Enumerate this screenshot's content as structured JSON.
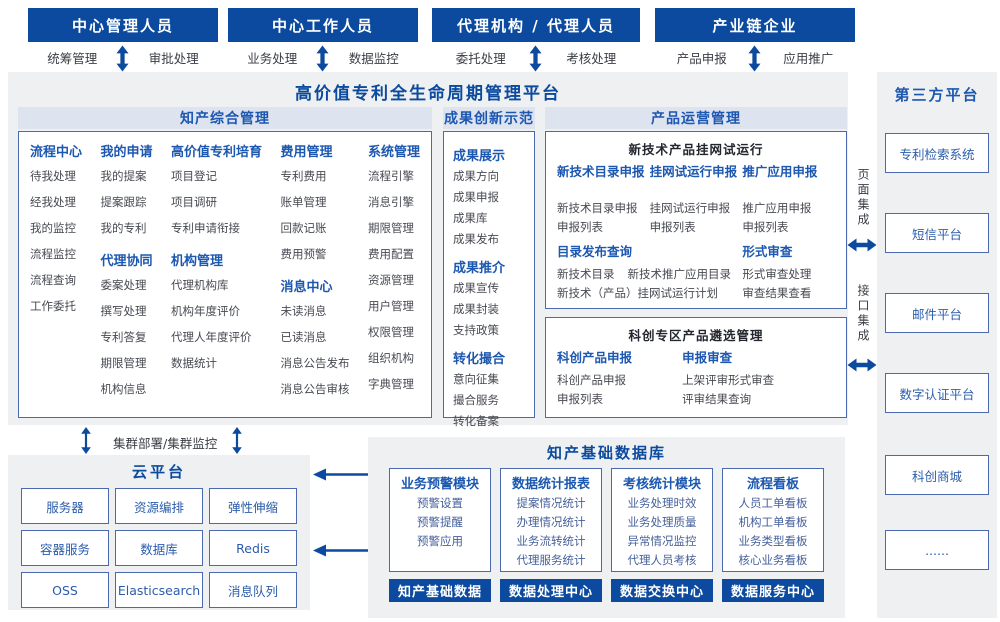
{
  "personas": [
    {
      "title": "中心管理人员",
      "left": "统筹管理",
      "right": "审批处理"
    },
    {
      "title": "中心工作人员",
      "left": "业务处理",
      "right": "数据监控"
    },
    {
      "title": "代理机构 / 代理人员",
      "left": "委托处理",
      "right": "考核处理"
    },
    {
      "title": "产业链企业",
      "left": "产品申报",
      "right": "应用推广"
    }
  ],
  "platform": {
    "title": "高价值专利全生命周期管理平台",
    "sections": {
      "ip_management": {
        "title": "知产综合管理",
        "columns": [
          {
            "groups": [
              {
                "title": "流程中心",
                "items": [
                  "待我处理",
                  "经我处理",
                  "我的监控",
                  "流程监控",
                  "流程查询",
                  "工作委托"
                ]
              }
            ]
          },
          {
            "groups": [
              {
                "title": "我的申请",
                "items": [
                  "我的提案",
                  "提案跟踪",
                  "我的专利"
                ]
              },
              {
                "title": "代理协同",
                "items": [
                  "委案处理",
                  "撰写处理",
                  "专利答复",
                  "期限管理",
                  "机构信息"
                ]
              }
            ]
          },
          {
            "groups": [
              {
                "title": "高价值专利培育",
                "items": [
                  "项目登记",
                  "项目调研",
                  "专利申请衔接"
                ]
              },
              {
                "title": "机构管理",
                "items": [
                  "代理机构库",
                  "机构年度评价",
                  "代理人年度评价",
                  "数据统计"
                ]
              }
            ]
          },
          {
            "groups": [
              {
                "title": "费用管理",
                "items": [
                  "专利费用",
                  "账单管理",
                  "回款记账",
                  "费用预警"
                ]
              },
              {
                "title": "消息中心",
                "items": [
                  "未读消息",
                  "已读消息",
                  "消息公告发布",
                  "消息公告审核"
                ]
              }
            ]
          },
          {
            "groups": [
              {
                "title": "系统管理",
                "items": [
                  "流程引擎",
                  "消息引擎",
                  "期限管理",
                  "费用配置",
                  "资源管理",
                  "用户管理",
                  "权限管理",
                  "组织机构",
                  "字典管理"
                ]
              }
            ]
          }
        ]
      },
      "innovation": {
        "title": "成果创新示范",
        "groups": [
          {
            "title": "成果展示",
            "items": [
              "成果方向",
              "成果申报",
              "成果库",
              "成果发布"
            ]
          },
          {
            "title": "成果推介",
            "items": [
              "成果宣传",
              "成果封装",
              "支持政策"
            ]
          },
          {
            "title": "转化撮合",
            "items": [
              "意向征集",
              "撮合服务",
              "转化备案"
            ]
          }
        ]
      },
      "product_ops": {
        "title": "产品运营管理",
        "box1": {
          "title": "新技术产品挂网试运行",
          "columns": [
            {
              "title": "新技术目录申报",
              "items": [
                "新技术目录申报",
                "申报列表"
              ]
            },
            {
              "title": "挂网试运行申报",
              "items": [
                "挂网试运行申报",
                "申报列表"
              ]
            },
            {
              "title": "推广应用申报",
              "items": [
                "推广应用申报",
                "申报列表"
              ]
            }
          ],
          "lower": [
            {
              "title": "目录发布查询",
              "lines": [
                [
                  "新技术目录",
                  "新技术推广应用目录"
                ],
                [
                  "新技术（产品）挂网试运行计划"
                ]
              ]
            },
            {
              "title": "形式审查",
              "lines": [
                [
                  "形式审查处理"
                ],
                [
                  "审查结果查看"
                ]
              ]
            }
          ]
        },
        "box2": {
          "title": "科创专区产品遴选管理",
          "columns": [
            {
              "title": "科创产品申报",
              "items": [
                "科创产品申报",
                "申报列表"
              ]
            },
            {
              "title": "申报审查",
              "items": [
                "上架评审形式审查",
                "评审结果查询"
              ]
            }
          ]
        }
      }
    }
  },
  "integration": {
    "page": "页面集成",
    "interface": "接口集成"
  },
  "third_party": {
    "title": "第三方平台",
    "items": [
      "专利检索系统",
      "短信平台",
      "邮件平台",
      "数字认证平台",
      "科创商城",
      "......"
    ]
  },
  "cluster_label": "集群部署/集群监控",
  "cloud": {
    "title": "云平台",
    "items": [
      "服务器",
      "资源编排",
      "弹性伸缩",
      "容器服务",
      "数据库",
      "Redis",
      "OSS",
      "Elasticsearch",
      "消息队列"
    ]
  },
  "data_platform": {
    "title": "知产基础数据库",
    "modules": [
      {
        "title": "业务预警模块",
        "items": [
          "预警设置",
          "预警提醒",
          "预警应用"
        ],
        "footer": "知产基础数据"
      },
      {
        "title": "数据统计报表",
        "items": [
          "提案情况统计",
          "办理情况统计",
          "业务流转统计",
          "代理服务统计"
        ],
        "footer": "数据处理中心"
      },
      {
        "title": "考核统计模块",
        "items": [
          "业务处理时效",
          "业务处理质量",
          "异常情况监控",
          "代理人员考核"
        ],
        "footer": "数据交换中心"
      },
      {
        "title": "流程看板",
        "items": [
          "人员工单看板",
          "机构工单看板",
          "业务类型看板",
          "核心业务看板"
        ],
        "footer": "数据服务中心"
      }
    ]
  },
  "colors": {
    "primary": "#0b4a9e",
    "heading_blue": "#1c57b0",
    "strip_bg": "#dee3f0",
    "panel_bg": "#eef0f1"
  }
}
